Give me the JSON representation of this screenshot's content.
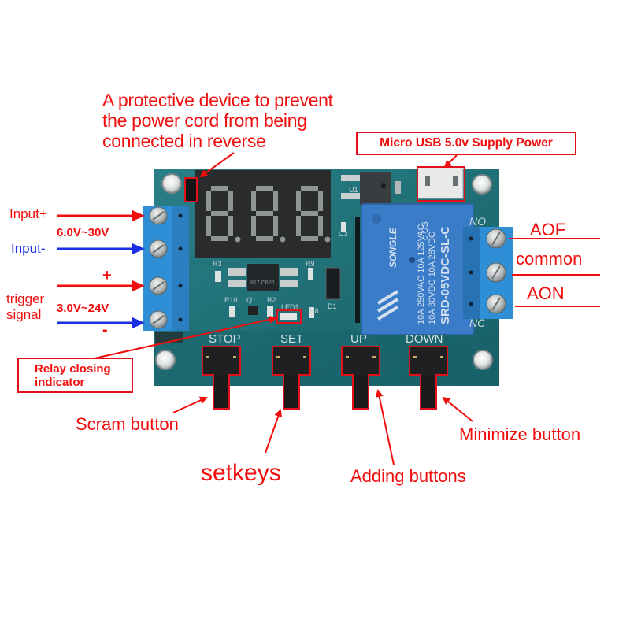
{
  "annotations": {
    "protective_device": [
      "A protective device to prevent",
      "the power cord from being",
      "connected in reverse"
    ],
    "usb_supply": "Micro USB 5.0v  Supply Power",
    "input_plus": "Input+",
    "input_voltage": "6.0V~30V",
    "input_minus": "Input-",
    "trigger_plus": "+",
    "trigger_signal": [
      "trigger",
      "signal"
    ],
    "trigger_voltage": "3.0V~24V",
    "trigger_minus": "-",
    "relay_indicator": [
      "Relay closing",
      "indicator"
    ],
    "scram_button": "Scram button",
    "setkeys": "setkeys",
    "adding_buttons": "Adding buttons",
    "minimize_button": "Minimize button",
    "aof": "AOF",
    "common": "common",
    "aon": "AON"
  },
  "board": {
    "display_digits": "8.8.8.",
    "button_labels": [
      "STOP",
      "SET",
      "UP",
      "DOWN"
    ],
    "terminal_labels": {
      "no": "NO",
      "nc": "NC"
    },
    "silkscreen": {
      "r3": "R3",
      "r9": "R9",
      "r10": "R10",
      "q1": "Q1",
      "r2": "R2",
      "led1": "LED1",
      "r8": "R8",
      "d1": "D1",
      "c3": "C3",
      "u1": "U1"
    },
    "relay": {
      "brand": "SONGLE",
      "model": "SRD-05VDC-SL-C",
      "rating_1": "10A 250VAC  10A 125VAC",
      "rating_2": "10A 30VDC  10A 28VDC",
      "marks": "c US"
    },
    "optocoupler_text": "817 C620"
  },
  "colors": {
    "pcb": "#1d6d74",
    "pcb_dark": "#174f57",
    "terminal_blue": "#2f8ed3",
    "relay_blue": "#3477c4",
    "annotation_red": "#f20d0d",
    "annotation_blue": "#1a2ee6"
  }
}
